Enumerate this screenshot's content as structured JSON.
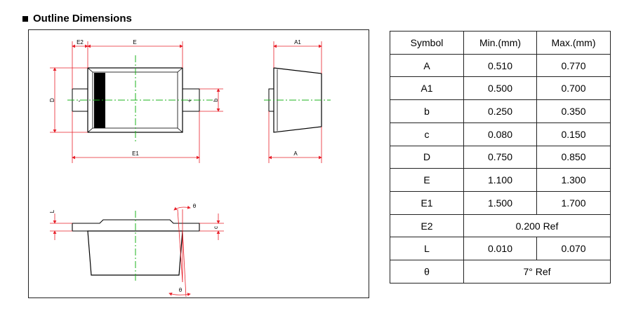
{
  "heading": "Outline Dimensions",
  "drawing_labels": {
    "E2": "E2",
    "E": "E",
    "E1": "E1",
    "D": "D",
    "b": "b",
    "A1": "A1",
    "A": "A",
    "L": "L",
    "c": "c",
    "theta_top": "θ",
    "theta_bottom": "θ",
    "minus": "-",
    "plus": "+"
  },
  "colors": {
    "dimension_line": "#e8202a",
    "center_line": "#1db31d",
    "outline": "#000000"
  },
  "table": {
    "headers": [
      "Symbol",
      "Min.(mm)",
      "Max.(mm)"
    ],
    "rows": [
      {
        "symbol": "A",
        "min": "0.510",
        "max": "0.770"
      },
      {
        "symbol": "A1",
        "min": "0.500",
        "max": "0.700"
      },
      {
        "symbol": "b",
        "min": "0.250",
        "max": "0.350"
      },
      {
        "symbol": "c",
        "min": "0.080",
        "max": "0.150"
      },
      {
        "symbol": "D",
        "min": "0.750",
        "max": "0.850"
      },
      {
        "symbol": "E",
        "min": "1.100",
        "max": "1.300"
      },
      {
        "symbol": "E1",
        "min": "1.500",
        "max": "1.700"
      },
      {
        "symbol": "E2",
        "merged": "0.200 Ref"
      },
      {
        "symbol": "L",
        "min": "0.010",
        "max": "0.070"
      },
      {
        "symbol": "θ",
        "merged": "7° Ref"
      }
    ]
  }
}
